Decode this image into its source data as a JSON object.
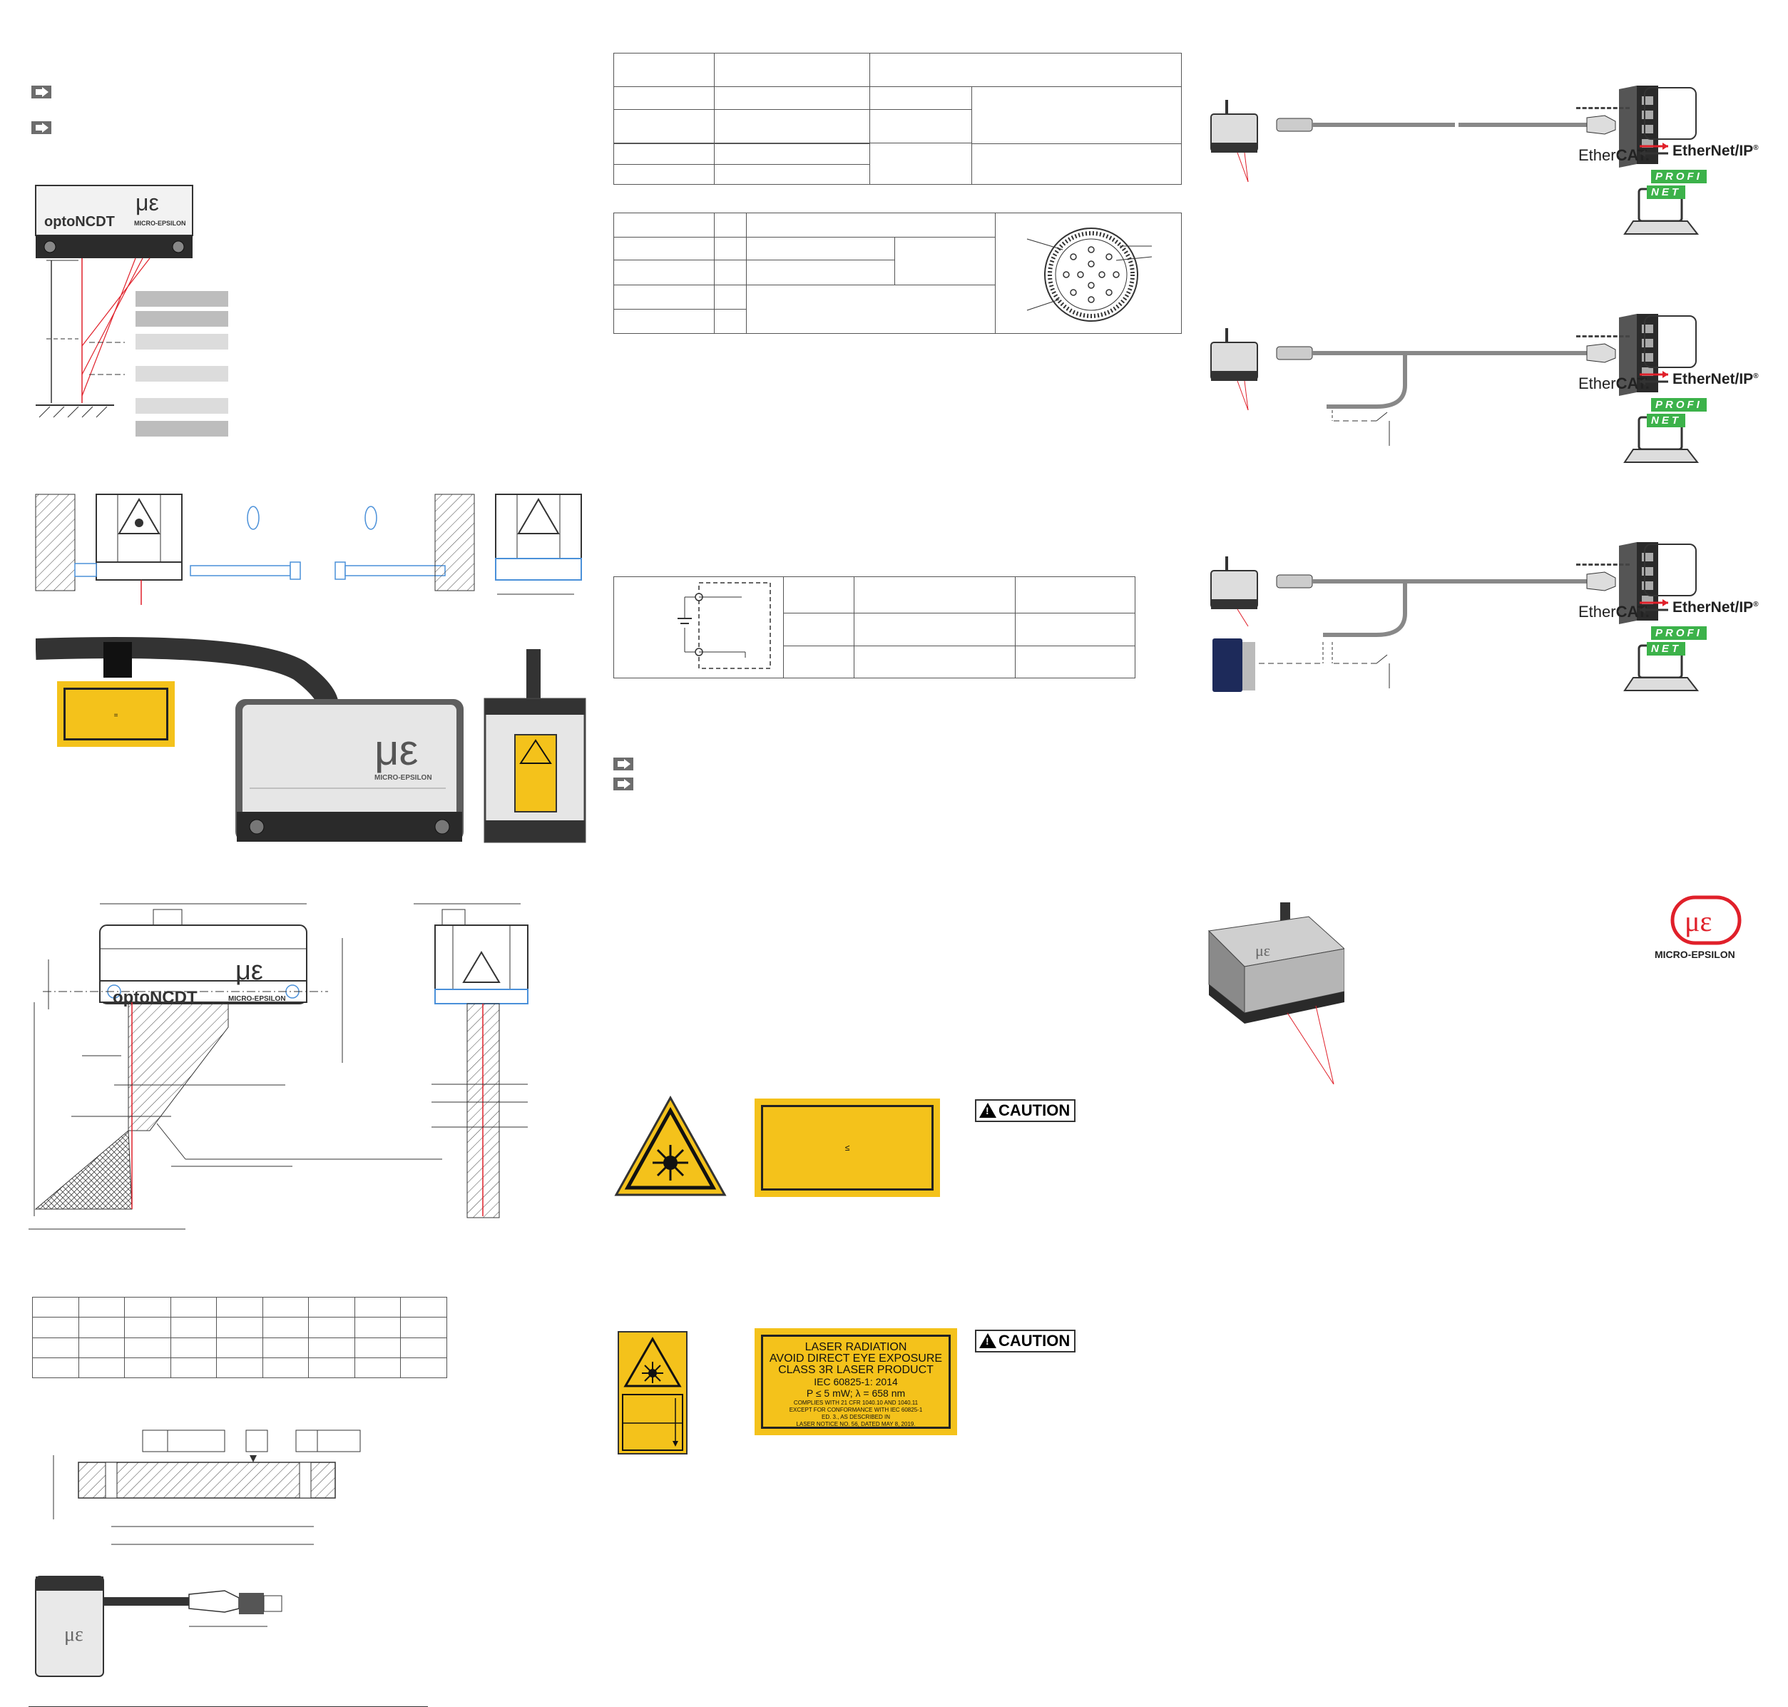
{
  "labels": {
    "le_symbol": "≤",
    "equals_symbol": "=",
    "caution_1": "CAUTION",
    "caution_2": "CAUTION"
  },
  "laser_label_full": {
    "line1": "LASER RADIATION",
    "line2": "AVOID DIRECT EYE EXPOSURE",
    "line3": "CLASS 3R LASER PRODUCT",
    "line4": "IEC 60825-1: 2014",
    "line5": "P ≤ 5 mW; λ = 658 nm",
    "line6": "COMPLIES WITH 21 CFR 1040.10 AND 1040.11",
    "line7": "EXCEPT FOR CONFORMANCE WITH IEC 60825-1",
    "line8": "ED. 3., AS DESCRIBED IN",
    "line9": "LASER NOTICE NO. 56, DATED MAY 8, 2019."
  },
  "brand": {
    "product": "optoNCDT",
    "company": "MICRO-EPSILON",
    "logo_mark": "με"
  },
  "protocols": {
    "ethercat_a": "Ether",
    "ethercat_b": "CAT.",
    "ethernetip_a": "EtherNet/IP",
    "reg": "®",
    "profi": "PROFI",
    "net": "NET"
  },
  "colors": {
    "warning_yellow": "#f4c21b",
    "laser_red": "#e0202a",
    "mounting_blue": "#4a90d9",
    "arrow_gray": "#6d6d6d",
    "band_dark": "#bdbdbd",
    "band_light": "#dcdcdc"
  },
  "icons": [
    "arrow-right-icon",
    "laser-warning-icon",
    "network-switch-icon",
    "laptop-icon",
    "sensor-icon",
    "power-supply-icon",
    "connector-icon",
    "rj45-plug-icon"
  ]
}
